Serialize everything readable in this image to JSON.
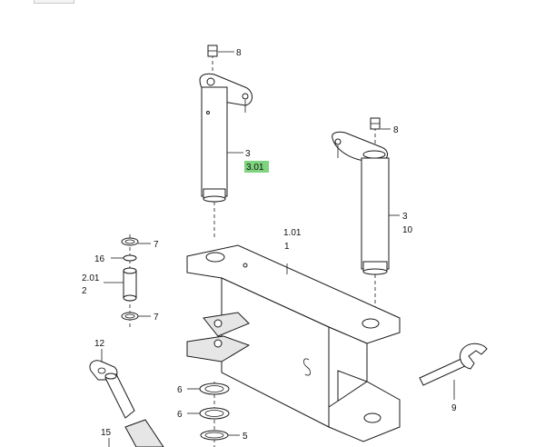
{
  "diagram": {
    "callouts": {
      "nut_top_left": "8",
      "pin_left": "3",
      "pin_left_variant": "3.01",
      "nut_top_right": "8",
      "pin_right": "3",
      "pin_right_alt": "10",
      "frame_variant": "1.01",
      "frame": "1",
      "ring_upper": "7",
      "washer_small": "16",
      "bushing_variant": "2.01",
      "bushing": "2",
      "ring_lower": "7",
      "fitting": "12",
      "washer_a": "6",
      "washer_b": "6",
      "circlip": "5",
      "spanner": "9",
      "rod": "15"
    },
    "highlight_color": "#7ed37e"
  }
}
